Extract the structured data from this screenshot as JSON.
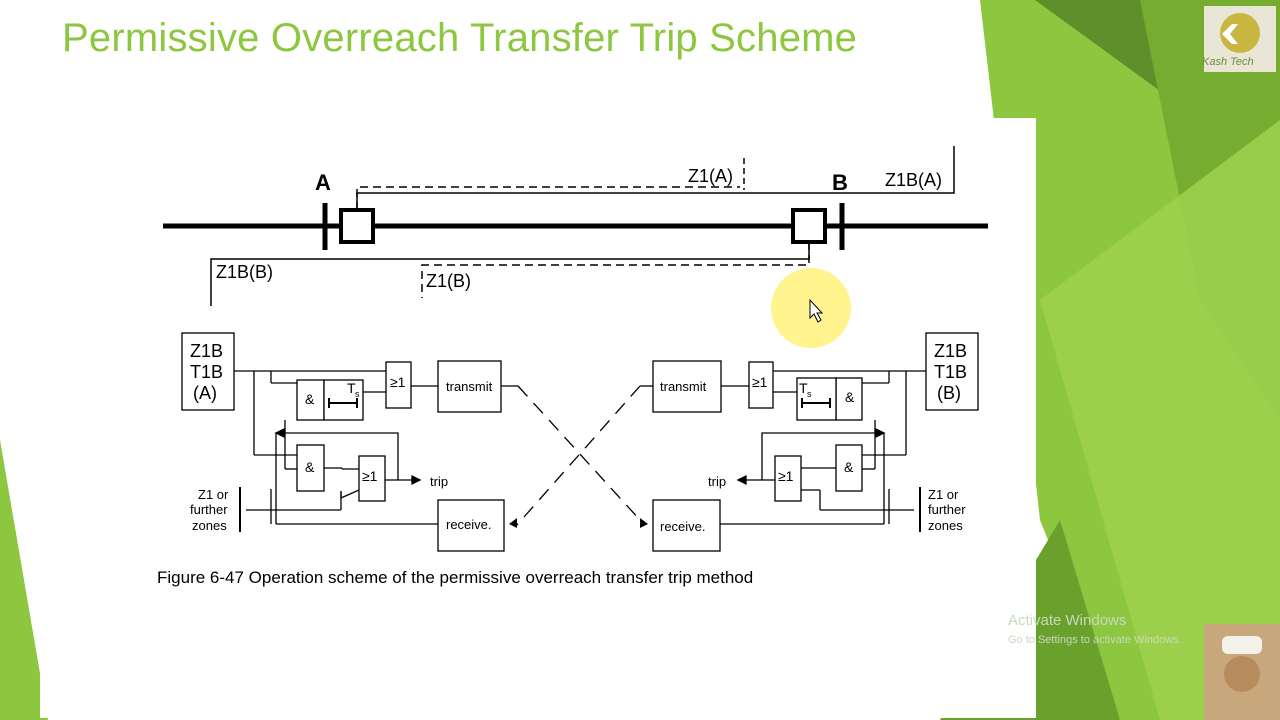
{
  "slide": {
    "title": "Permissive Overreach Transfer Trip Scheme",
    "logo_text": "Kash Tech",
    "watermark_line1": "Activate Windows",
    "watermark_line2": "Go to Settings to activate Windows."
  },
  "diagram": {
    "bus_a": "A",
    "bus_b": "B",
    "zone_z1a": "Z1(A)",
    "zone_z1ba": "Z1B(A)",
    "zone_z1bb": "Z1B(B)",
    "zone_z1b": "Z1(B)",
    "relay_a": {
      "line1": "Z1B",
      "line2": "T1B",
      "line3": "(A)"
    },
    "relay_b": {
      "line1": "Z1B",
      "line2": "T1B",
      "line3": "(B)"
    },
    "and_label": "&",
    "or_label": "≥1",
    "timer_label": "T",
    "timer_sub": "s",
    "transmit": "transmit",
    "receive": "receive.",
    "trip": "trip",
    "zones_line1": "Z1 or",
    "zones_line2": "further",
    "zones_line3": "zones"
  },
  "caption": "Figure 6-47  Operation scheme of the permissive overreach transfer trip method",
  "colors": {
    "title": "#8dc63f",
    "deco_light": "#8dc63f",
    "deco_dark": "#5f8f2a",
    "pointer_highlight": "#fff27a"
  }
}
